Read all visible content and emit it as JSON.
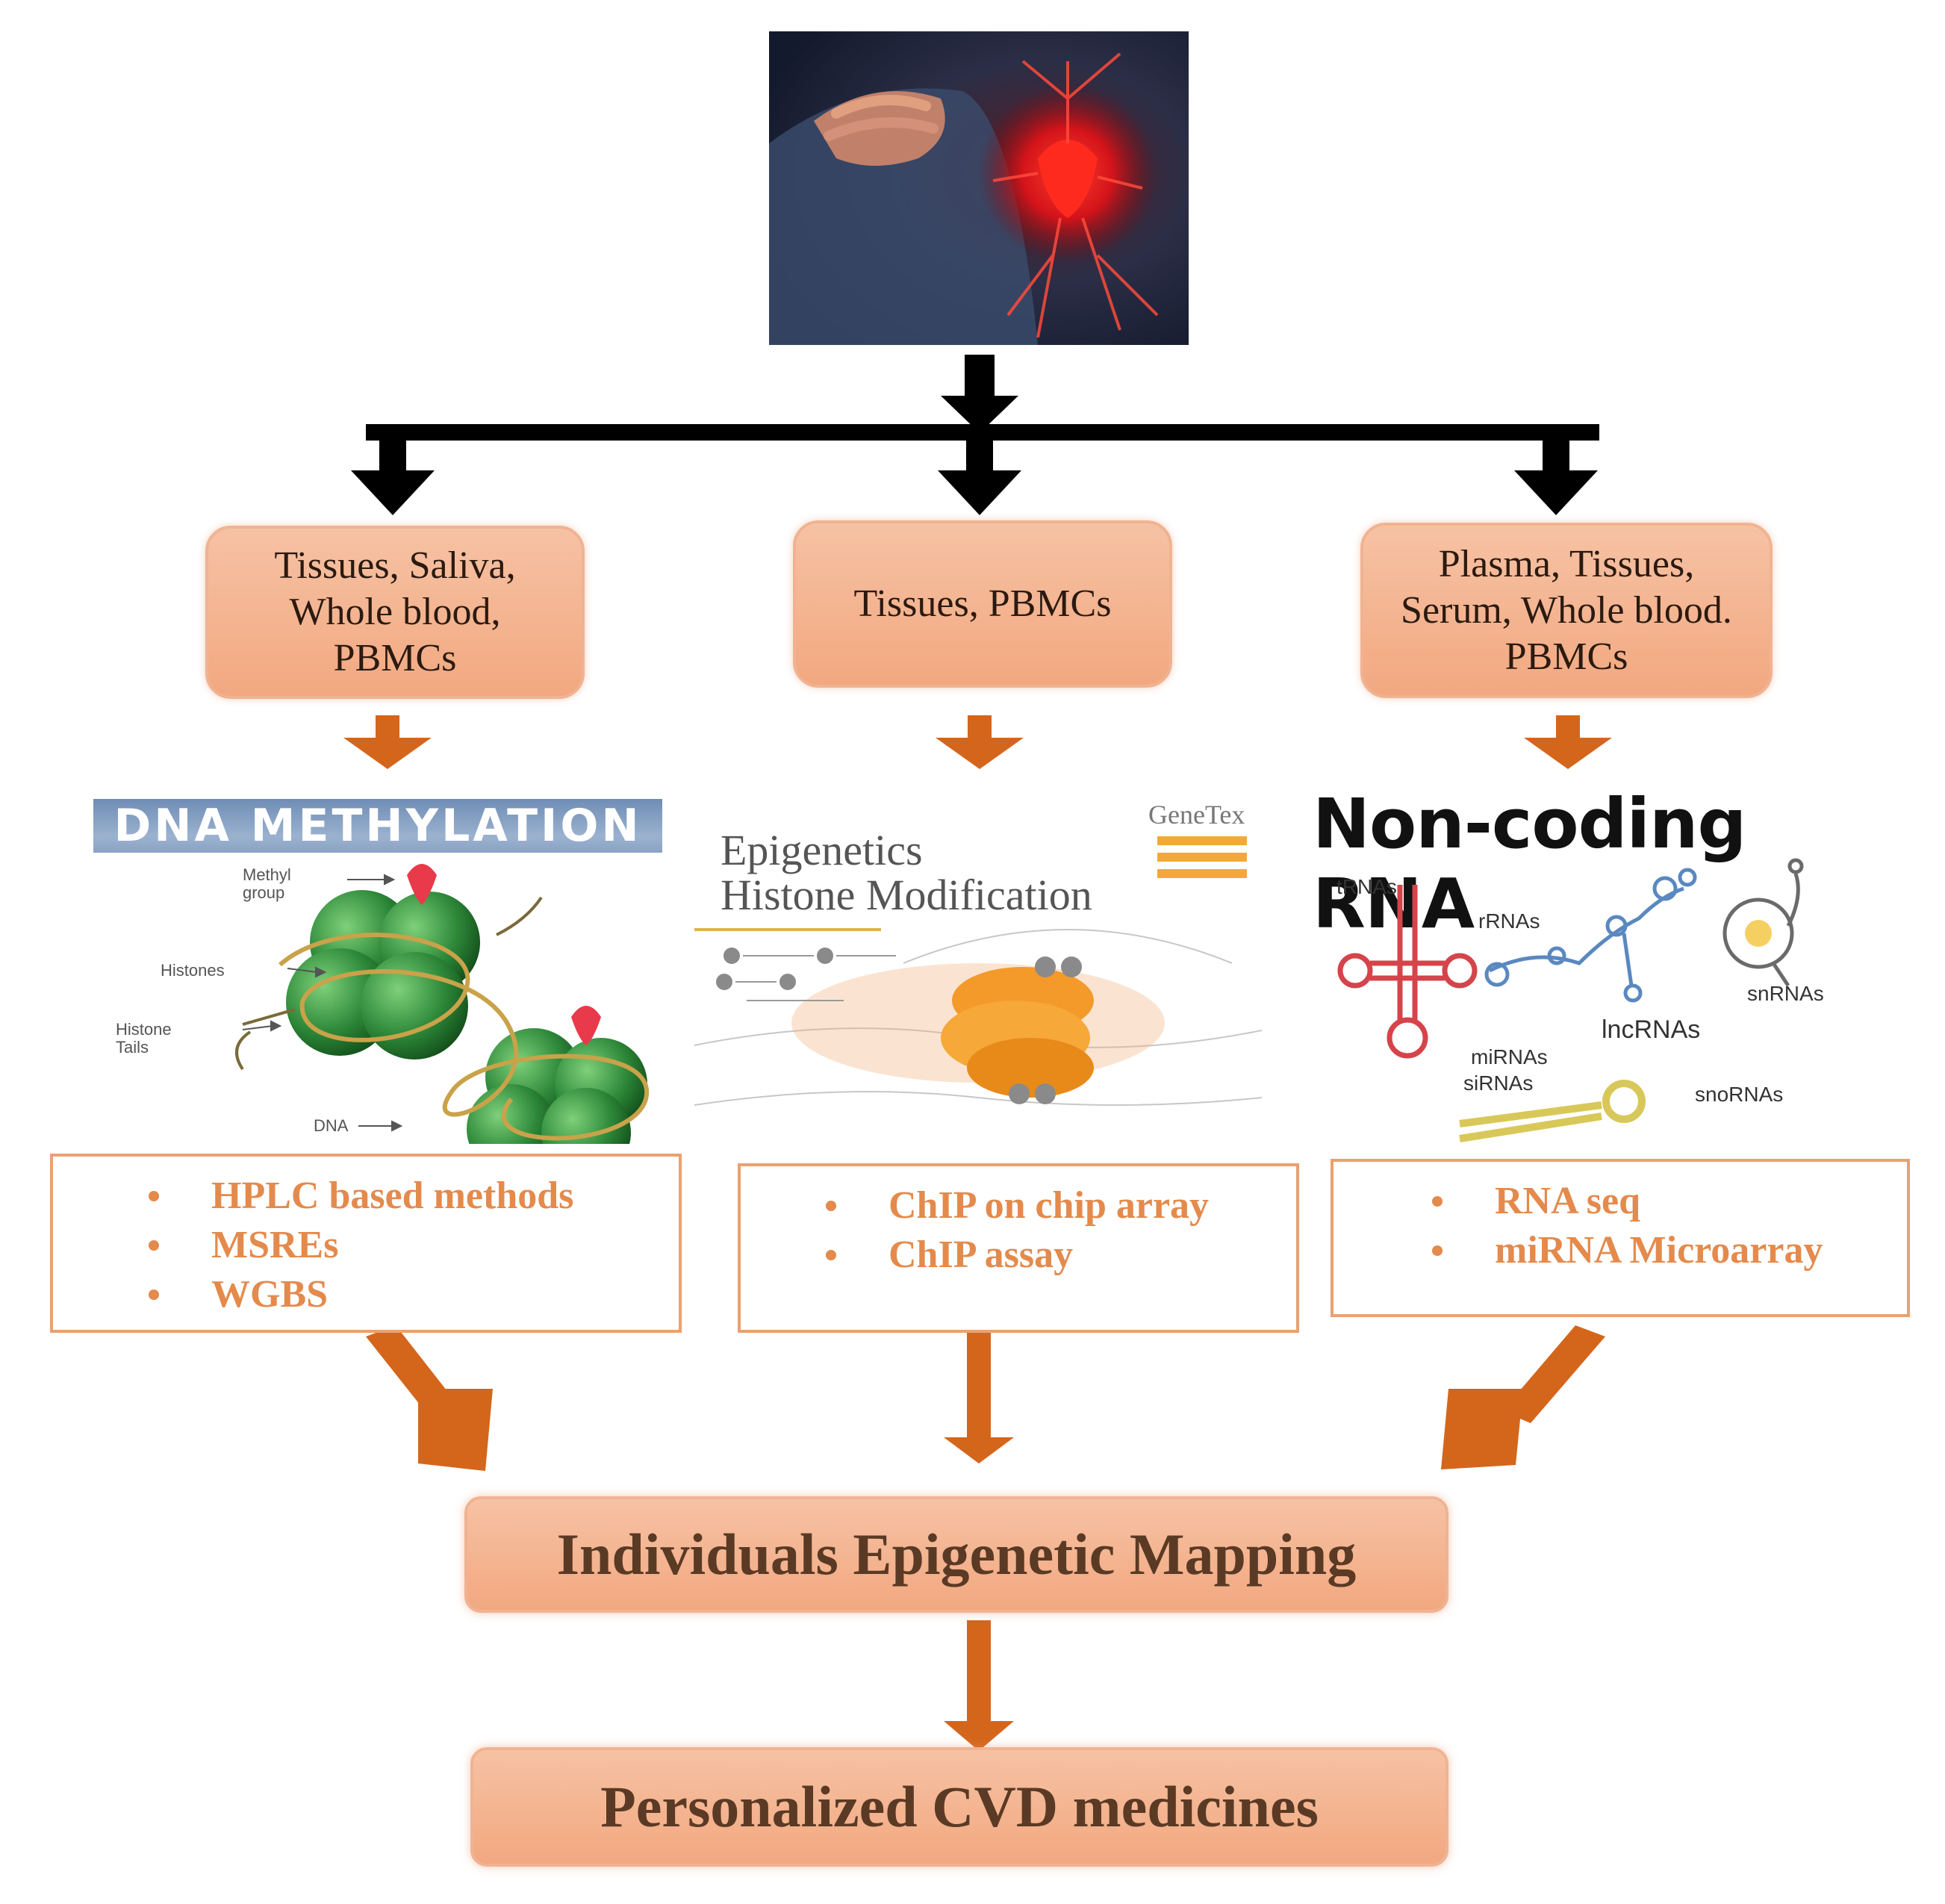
{
  "samples": {
    "dna": "Tissues, Saliva, Whole blood, PBMCs",
    "histone": "Tissues, PBMCs",
    "ncrna": "Plasma, Tissues, Serum, Whole blood. PBMCs"
  },
  "panels": {
    "dna_title": "DNA METHYLATION",
    "dna_labels": {
      "methyl": "Methyl group",
      "histones": "Histones",
      "tails": "Histone Tails",
      "dna": "DNA"
    },
    "histone_brand": "GeneTex",
    "histone_title_1": "Epigenetics",
    "histone_title_2": "Histone Modification",
    "ncrna_title": "Non-coding RNA",
    "ncrna_labels": {
      "trna": "tRNAs",
      "rrna": "rRNAs",
      "snrna": "snRNAs",
      "lncrna": "lncRNAs",
      "mirna": "miRNAs",
      "sirna": "siRNAs",
      "snorna": "snoRNAs"
    }
  },
  "methods": {
    "dna": [
      "HPLC based methods",
      "MSREs",
      "WGBS"
    ],
    "histone": [
      "ChIP on chip array",
      "ChIP assay"
    ],
    "ncrna": [
      "RNA seq",
      "miRNA Microarray"
    ]
  },
  "outcomes": {
    "mapping": "Individuals Epigenetic Mapping",
    "medicine": "Personalized CVD medicines"
  },
  "colors": {
    "box_fill": "#f4b594",
    "method_text": "#e48a4c",
    "orange_arrow": "#d4661c",
    "black_arrow": "#000000"
  }
}
